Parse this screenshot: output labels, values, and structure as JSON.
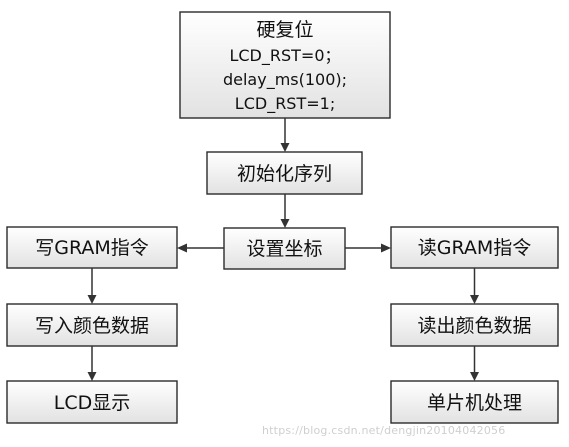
{
  "nodes": {
    "hard_reset": {
      "title": "硬复位",
      "lines": [
        "LCD_RST=0；",
        "delay_ms(100);",
        "LCD_RST=1;"
      ]
    },
    "init_sequence": {
      "label": "初始化序列"
    },
    "set_coords": {
      "label": "设置坐标"
    },
    "write_gram_cmd": {
      "label": "写GRAM指令"
    },
    "read_gram_cmd": {
      "label": "读GRAM指令"
    },
    "write_color": {
      "label": "写入颜色数据"
    },
    "read_color": {
      "label": "读出颜色数据"
    },
    "lcd_display": {
      "label": "LCD显示"
    },
    "mcu_process": {
      "label": "单片机处理"
    }
  },
  "watermark": "https://blog.csdn.net/dengjin20104042056",
  "colors": {
    "box_fill_top": "#ffffff",
    "box_fill_bottom": "#e2e2e2",
    "stroke": "#2b2b2b"
  }
}
